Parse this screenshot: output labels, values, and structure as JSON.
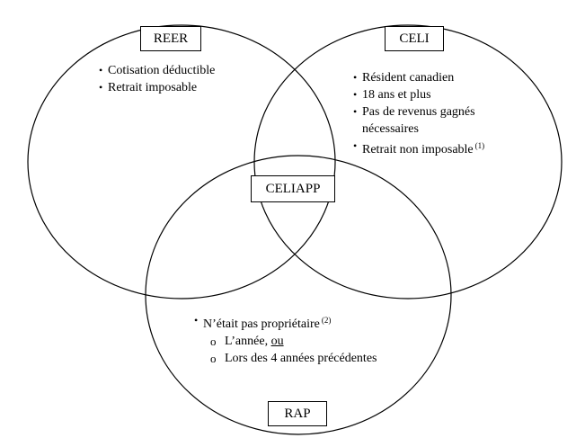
{
  "diagram": {
    "type": "venn",
    "circles": [
      "REER",
      "CELI",
      "RAP"
    ],
    "center_label": "CELIAPP",
    "line_color": "#000000",
    "background": "#ffffff"
  },
  "reer": {
    "label": "REER",
    "items": [
      "Cotisation déductible",
      "Retrait imposable"
    ]
  },
  "celi": {
    "label": "CELI",
    "items": [
      "Résident canadien",
      "18 ans et plus",
      "Pas de revenus gagnés nécessaires",
      "Retrait non imposable"
    ],
    "note": "(1)"
  },
  "rap": {
    "label": "RAP",
    "item": "N’était pas propriétaire",
    "note": "(2)",
    "sub_a": "L’année, ",
    "sub_a_link": "ou",
    "sub_b": "Lors des 4 années précédentes"
  },
  "icons": {
    "bullet": "•",
    "sub_bullet": "o"
  }
}
